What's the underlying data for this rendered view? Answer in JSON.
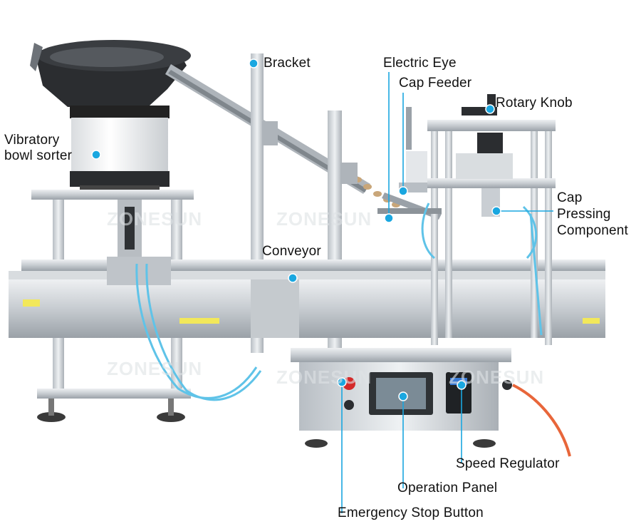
{
  "watermark": "ZONESUN",
  "labels": {
    "vibratory_bowl_sorter_line1": "Vibratory",
    "vibratory_bowl_sorter_line2": "bowl sorter",
    "bracket": "Bracket",
    "electric_eye": "Electric Eye",
    "cap_feeder": "Cap Feeder",
    "rotary_knob": "Rotary Knob",
    "cap_pressing_component_line1": "Cap",
    "cap_pressing_component_line2": "Pressing",
    "cap_pressing_component_line3": "Component",
    "conveyor": "Conveyor",
    "speed_regulator": "Speed Regulator",
    "operation_panel": "Operation Panel",
    "emergency_stop_button": "Emergency Stop Button"
  },
  "colors": {
    "marker": "#1aa7e0",
    "leader_line": "#1aa7e0",
    "text": "#111111",
    "machine_steel": "#c9ced3",
    "hose": "#5fc3e8"
  }
}
